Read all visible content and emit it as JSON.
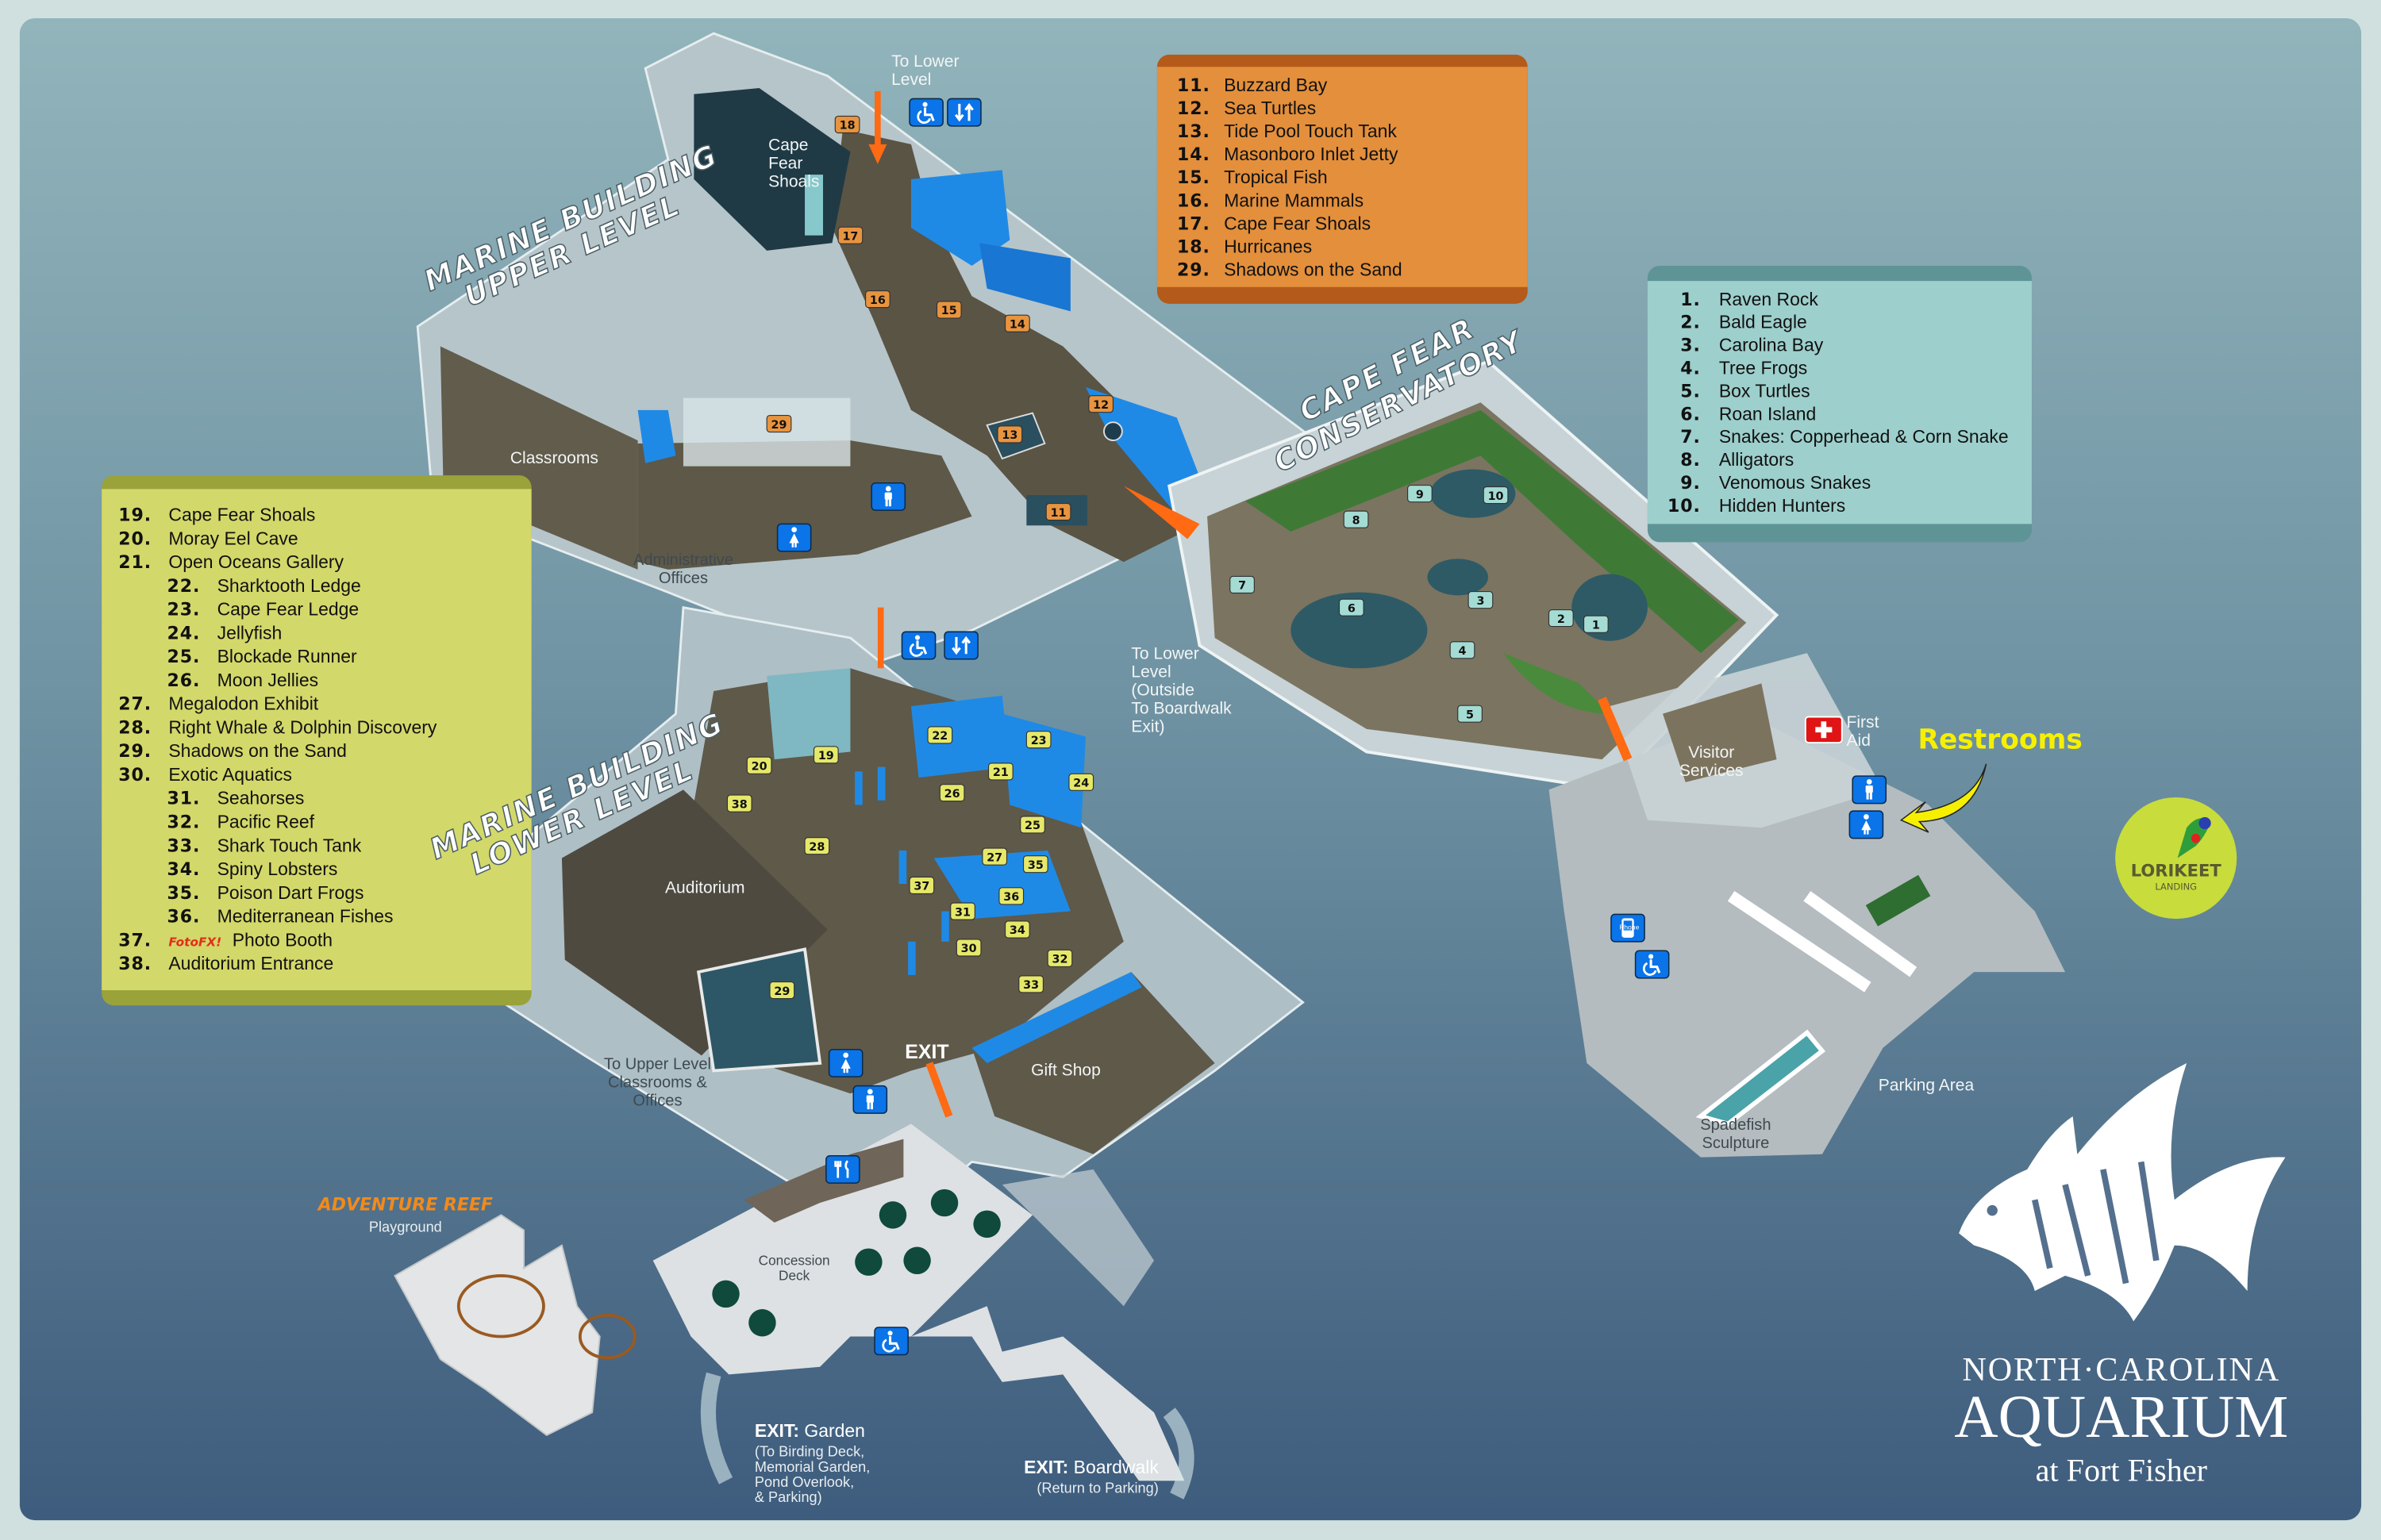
{
  "legends": {
    "upper": {
      "items": [
        {
          "num": "11.",
          "label": "Buzzard Bay"
        },
        {
          "num": "12.",
          "label": "Sea Turtles"
        },
        {
          "num": "13.",
          "label": "Tide Pool Touch Tank"
        },
        {
          "num": "14.",
          "label": "Masonboro Inlet Jetty"
        },
        {
          "num": "15.",
          "label": "Tropical Fish"
        },
        {
          "num": "16.",
          "label": "Marine Mammals"
        },
        {
          "num": "17.",
          "label": "Cape Fear Shoals"
        },
        {
          "num": "18.",
          "label": "Hurricanes"
        },
        {
          "num": "29.",
          "label": "Shadows on the Sand"
        }
      ]
    },
    "conservatory": {
      "items": [
        {
          "num": "1.",
          "label": "Raven Rock"
        },
        {
          "num": "2.",
          "label": "Bald Eagle"
        },
        {
          "num": "3.",
          "label": "Carolina Bay"
        },
        {
          "num": "4.",
          "label": "Tree Frogs"
        },
        {
          "num": "5.",
          "label": "Box Turtles"
        },
        {
          "num": "6.",
          "label": "Roan Island"
        },
        {
          "num": "7.",
          "label": "Snakes: Copperhead & Corn Snake"
        },
        {
          "num": "8.",
          "label": "Alligators"
        },
        {
          "num": "9.",
          "label": "Venomous Snakes"
        },
        {
          "num": "10.",
          "label": "Hidden Hunters"
        }
      ]
    },
    "lower": {
      "items": [
        {
          "num": "19.",
          "label": "Cape Fear Shoals"
        },
        {
          "num": "20.",
          "label": "Moray Eel Cave"
        },
        {
          "num": "21.",
          "label": "Open Oceans Gallery",
          "sub": [
            {
              "num": "22.",
              "label": "Sharktooth Ledge"
            },
            {
              "num": "23.",
              "label": "Cape Fear Ledge"
            },
            {
              "num": "24.",
              "label": "Jellyfish"
            },
            {
              "num": "25.",
              "label": "Blockade Runner"
            },
            {
              "num": "26.",
              "label": "Moon Jellies"
            }
          ]
        },
        {
          "num": "27.",
          "label": "Megalodon Exhibit"
        },
        {
          "num": "28.",
          "label": "Right Whale & Dolphin Discovery"
        },
        {
          "num": "29.",
          "label": "Shadows on the Sand"
        },
        {
          "num": "30.",
          "label": "Exotic Aquatics",
          "sub": [
            {
              "num": "31.",
              "label": "Seahorses"
            },
            {
              "num": "32.",
              "label": "Pacific Reef"
            },
            {
              "num": "33.",
              "label": "Shark Touch Tank"
            },
            {
              "num": "34.",
              "label": "Spiny Lobsters"
            },
            {
              "num": "35.",
              "label": "Poison Dart Frogs"
            },
            {
              "num": "36.",
              "label": "Mediterranean Fishes"
            }
          ]
        },
        {
          "num": "37.",
          "logo": "FotoFX!",
          "label": "Photo Booth"
        },
        {
          "num": "38.",
          "label": "Auditorium Entrance"
        }
      ]
    }
  },
  "map": {
    "section_titles": {
      "upper": [
        "MARINE BUILDING",
        "UPPER LEVEL"
      ],
      "lower": [
        "MARINE BUILDING",
        "LOWER LEVEL"
      ],
      "conservatory": [
        "CAPE FEAR",
        "CONSERVATORY"
      ]
    },
    "labels": {
      "to_lower_level_upper": [
        "To Lower",
        "Level"
      ],
      "cape_fear_shoals": [
        "Cape",
        "Fear",
        "Shoals"
      ],
      "classrooms": "Classrooms",
      "admin_offices": [
        "Administrative",
        "Offices"
      ],
      "to_lower_level_outside": [
        "To Lower",
        "Level",
        "(Outside",
        "To Boardwalk",
        "Exit)"
      ],
      "visitor_services": [
        "Visitor",
        "Services"
      ],
      "first_aid": [
        "First",
        "Aid"
      ],
      "restrooms": "Restrooms",
      "auditorium": "Auditorium",
      "to_upper_level": [
        "To Upper Level",
        "Classrooms &",
        "Offices"
      ],
      "exit": "EXIT",
      "gift_shop": "Gift Shop",
      "concession_deck": [
        "Concession",
        "Deck"
      ],
      "adventure_reef": "ADVENTURE REEF",
      "playground": "Playground",
      "exit_garden": {
        "prefix": "EXIT:",
        "name": "Garden",
        "details": [
          "(To Birding Deck,",
          "Memorial Garden,",
          "Pond Overlook,",
          "& Parking)"
        ]
      },
      "exit_boardwalk": {
        "prefix": "EXIT:",
        "name": "Boardwalk",
        "details": [
          "(Return to Parking)"
        ]
      },
      "parking_area": "Parking Area",
      "spadefish": [
        "Spadefish",
        "Sculpture"
      ],
      "phone": "Phone"
    },
    "markers": {
      "upper": [
        "18",
        "17",
        "16",
        "15",
        "14",
        "12",
        "13",
        "29",
        "11"
      ],
      "conservatory": [
        "10",
        "9",
        "8",
        "7",
        "6",
        "3",
        "2",
        "1",
        "4",
        "5"
      ],
      "lower": [
        "20",
        "19",
        "38",
        "22",
        "23",
        "21",
        "24",
        "26",
        "25",
        "28",
        "27",
        "35",
        "37",
        "36",
        "31",
        "34",
        "30",
        "32",
        "33",
        "29"
      ]
    }
  },
  "logo": {
    "lorikeet": [
      "LORIKEET",
      "LANDING"
    ],
    "org_line1": "NORTH·CAROLINA",
    "org_line2": "AQUARIUM",
    "org_line3": "at Fort Fisher"
  },
  "colors": {
    "upper_legend": "#e38f3c",
    "conservatory_legend": "#9dcfcc",
    "lower_legend": "#d3d86a",
    "restrooms_callout": "#f6f000",
    "exhibit_walls": "#1f8ae6",
    "icon_blue": "#0a74e8"
  }
}
